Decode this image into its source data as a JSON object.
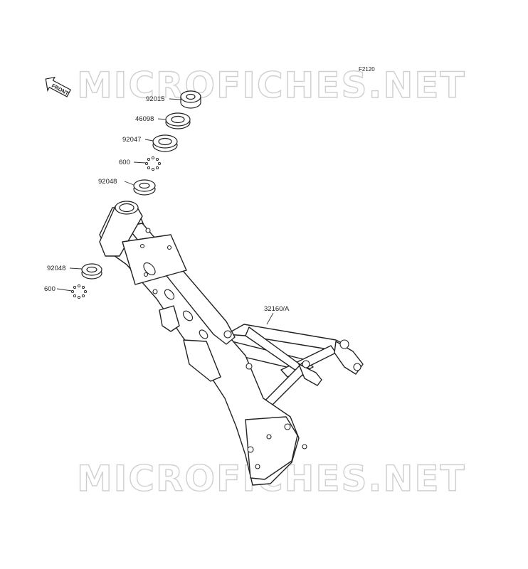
{
  "diagram": {
    "figure_code": "F2120",
    "front_label": "FRONT",
    "watermark_top": "MICROFICHES.NET",
    "watermark_bottom": "MICROFICHES.NET",
    "parts": {
      "p92015": "92015",
      "p46098": "46098",
      "p92047": "92047",
      "p600a": "600",
      "p92048a": "92048",
      "p92048b": "92048",
      "p600b": "600",
      "p32160": "32160/A"
    }
  }
}
